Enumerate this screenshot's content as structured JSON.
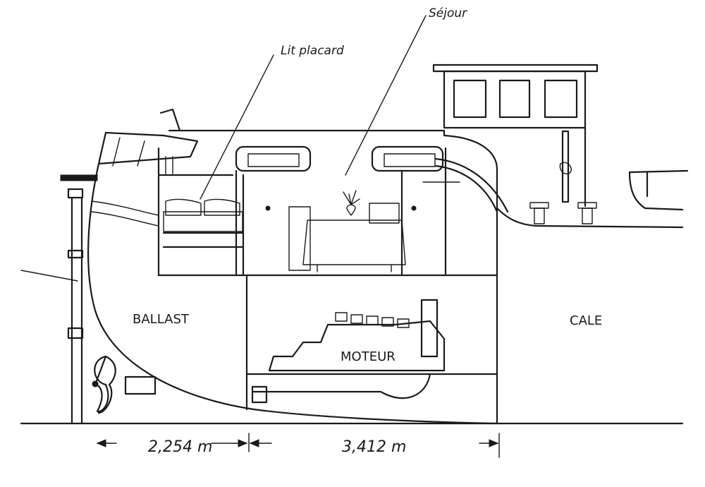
{
  "labels": {
    "lit_placard": "Lit placard",
    "sejour": "Séjour",
    "ballast": "BALLAST",
    "moteur": "MOTEUR",
    "cale": "CALE"
  },
  "dimensions": {
    "aft_section": "2,254 m",
    "engine_section": "3,412 m"
  }
}
